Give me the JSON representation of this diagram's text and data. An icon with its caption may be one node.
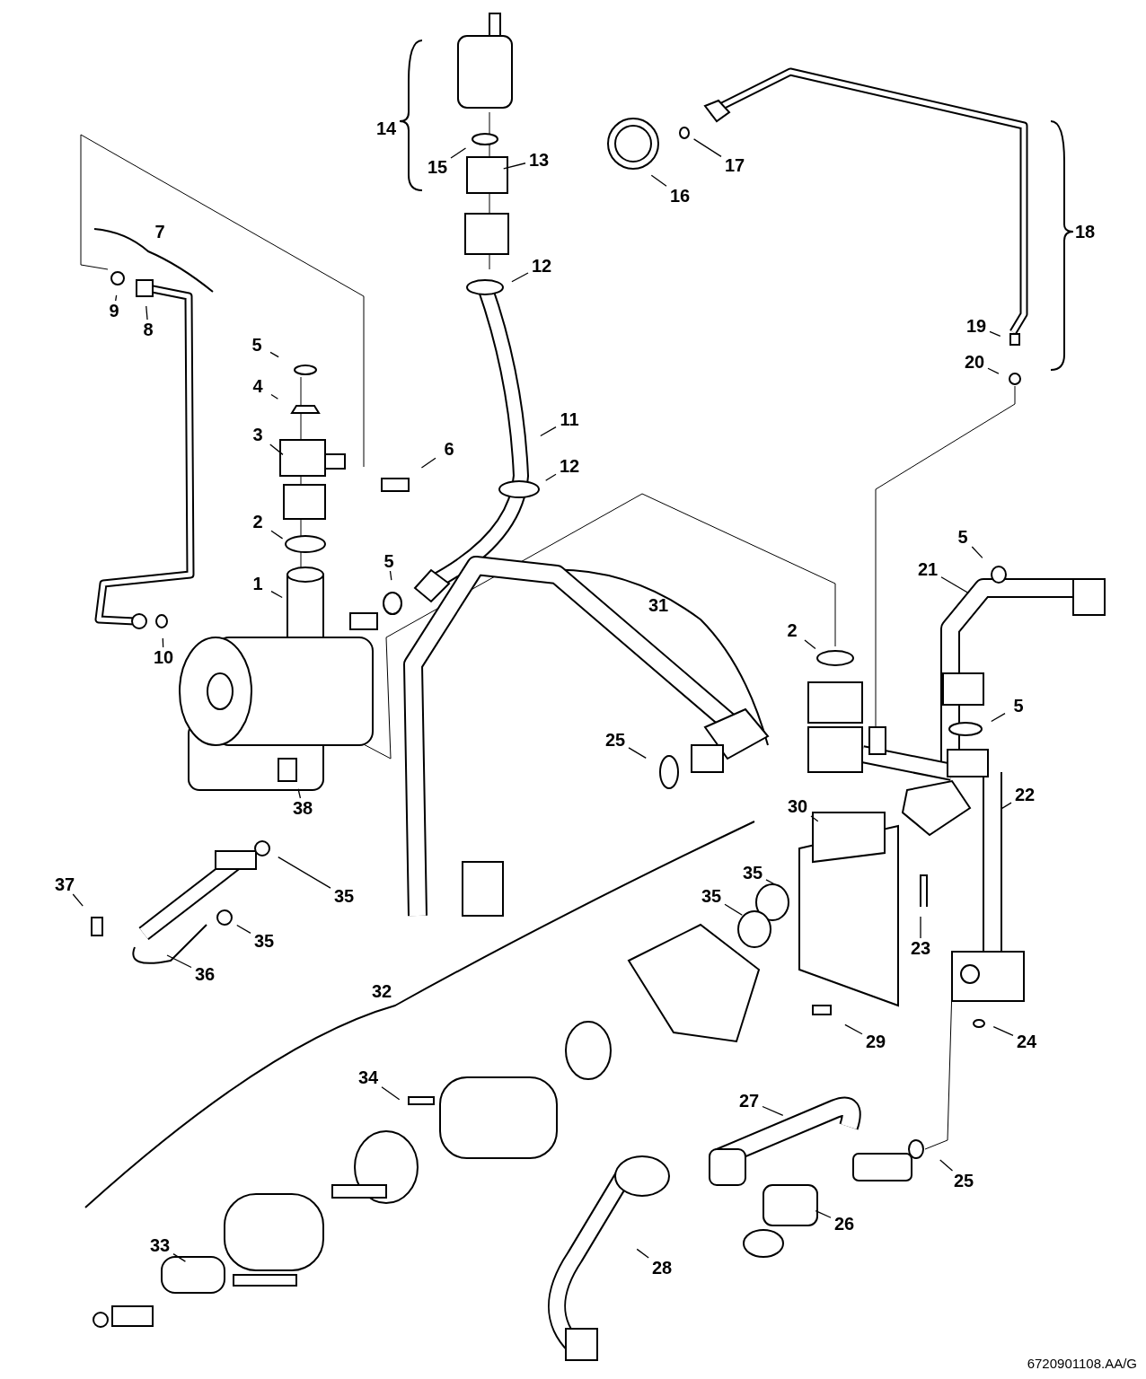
{
  "diagram": {
    "nodes": [
      {
        "text": [
          "13"
        ]
      },
      {
        "text": [
          "15"
        ]
      },
      {
        "text": [
          "17"
        ]
      },
      {
        "text": [
          "16"
        ]
      },
      {
        "text": [
          "12"
        ]
      },
      {
        "text": [
          "9"
        ]
      },
      {
        "text": [
          "8"
        ]
      },
      {
        "text": [
          "19"
        ]
      },
      {
        "text": [
          "5"
        ]
      },
      {
        "text": [
          "20"
        ]
      },
      {
        "text": [
          "4"
        ]
      },
      {
        "text": [
          "11"
        ]
      },
      {
        "text": [
          "3"
        ]
      },
      {
        "text": [
          "6"
        ]
      },
      {
        "text": [
          "12"
        ]
      },
      {
        "text": [
          "2"
        ]
      },
      {
        "text": [
          "5"
        ]
      },
      {
        "text": [
          "5"
        ]
      },
      {
        "text": [
          "21"
        ]
      },
      {
        "text": [
          "1"
        ]
      },
      {
        "text": [
          "10"
        ]
      },
      {
        "text": [
          "2"
        ]
      },
      {
        "text": [
          "5"
        ]
      },
      {
        "text": [
          "25"
        ]
      },
      {
        "text": [
          "30"
        ]
      },
      {
        "text": [
          "38"
        ]
      },
      {
        "text": [
          "22"
        ]
      },
      {
        "text": [
          "35"
        ]
      },
      {
        "text": [
          "35"
        ]
      },
      {
        "text": [
          "35"
        ]
      },
      {
        "text": [
          "37"
        ]
      },
      {
        "text": [
          "35"
        ]
      },
      {
        "text": [
          "23"
        ]
      },
      {
        "text": [
          "36"
        ]
      },
      {
        "text": [
          "29"
        ]
      },
      {
        "text": [
          "24"
        ]
      },
      {
        "text": [
          "34"
        ]
      },
      {
        "text": [
          "27"
        ]
      },
      {
        "text": [
          "25"
        ]
      },
      {
        "text": [
          "33"
        ]
      },
      {
        "text": [
          "26"
        ]
      },
      {
        "text": [
          "28"
        ]
      }
    ],
    "edges": [
      {
        "from": 0,
        "to": null,
        "arrow": "none"
      },
      {
        "from": 1,
        "to": null,
        "arrow": "none"
      },
      {
        "from": 2,
        "to": null,
        "arrow": "none"
      },
      {
        "from": 3,
        "to": null,
        "arrow": "none"
      },
      {
        "from": 4,
        "to": null,
        "arrow": "none"
      },
      {
        "from": 5,
        "to": null,
        "arrow": "none"
      },
      {
        "from": 6,
        "to": null,
        "arrow": "none"
      },
      {
        "from": 7,
        "to": null,
        "arrow": "none"
      },
      {
        "from": 8,
        "to": null,
        "arrow": "none"
      },
      {
        "from": 9,
        "to": null,
        "arrow": "none"
      },
      {
        "from": 10,
        "to": null,
        "arrow": "none"
      },
      {
        "from": 11,
        "to": null,
        "arrow": "none"
      },
      {
        "from": 12,
        "to": null,
        "arrow": "none"
      },
      {
        "from": 13,
        "to": null,
        "arrow": "none"
      },
      {
        "from": 14,
        "to": null,
        "arrow": "none"
      },
      {
        "from": 15,
        "to": null,
        "arrow": "none"
      },
      {
        "from": 16,
        "to": null,
        "arrow": "none"
      },
      {
        "from": 17,
        "to": null,
        "arrow": "none"
      },
      {
        "from": 18,
        "to": null,
        "arrow": "none"
      },
      {
        "from": 19,
        "to": null,
        "arrow": "none"
      },
      {
        "from": 20,
        "to": null,
        "arrow": "none"
      },
      {
        "from": 21,
        "to": null,
        "arrow": "none"
      },
      {
        "from": 22,
        "to": null,
        "arrow": "none"
      },
      {
        "from": 23,
        "to": null,
        "arrow": "none"
      },
      {
        "from": 24,
        "to": null,
        "arrow": "none"
      },
      {
        "from": 25,
        "to": null,
        "arrow": "none"
      },
      {
        "from": 26,
        "to": null,
        "arrow": "none"
      },
      {
        "from": 27,
        "to": null,
        "arrow": "none"
      },
      {
        "from": 28,
        "to": null,
        "arrow": "none"
      },
      {
        "from": 29,
        "to": null,
        "arrow": "none"
      },
      {
        "from": 30,
        "to": null,
        "arrow": "none"
      },
      {
        "from": 31,
        "to": null,
        "arrow": "none"
      },
      {
        "from": 32,
        "to": null,
        "arrow": "none"
      },
      {
        "from": 33,
        "to": null,
        "arrow": "none"
      },
      {
        "from": 34,
        "to": null,
        "arrow": "none"
      },
      {
        "from": 35,
        "to": null,
        "arrow": "none"
      },
      {
        "from": 36,
        "to": null,
        "arrow": "none"
      },
      {
        "from": 37,
        "to": null,
        "arrow": "none"
      },
      {
        "from": 38,
        "to": null,
        "arrow": "none"
      },
      {
        "from": 39,
        "to": null,
        "arrow": "none"
      },
      {
        "from": 40,
        "to": null,
        "arrow": "none"
      },
      {
        "from": 41,
        "to": null,
        "arrow": "none"
      }
    ],
    "labels": [
      "14",
      "7",
      "18",
      "31",
      "32",
      "6720901108.AA/G"
    ]
  }
}
